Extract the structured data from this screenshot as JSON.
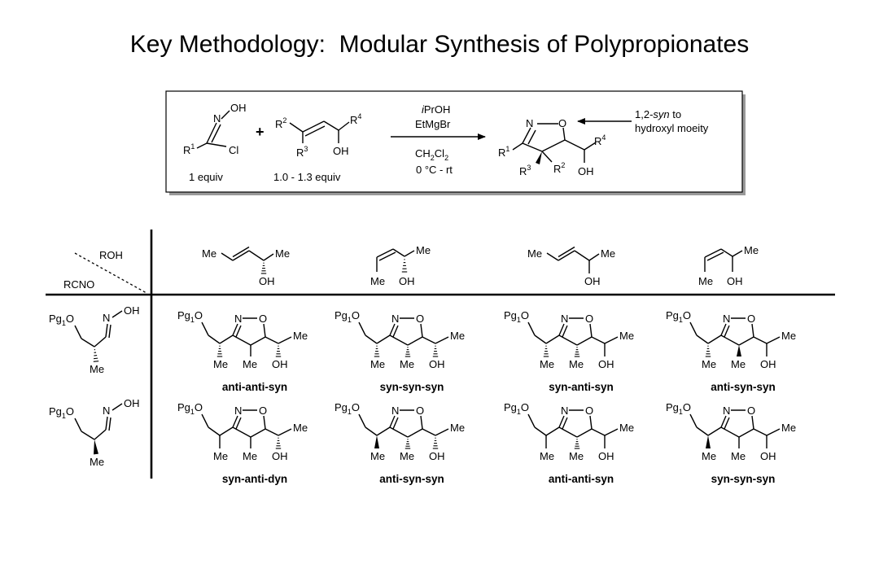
{
  "title": "Key Methodology:  Modular Synthesis of Polypropionates",
  "scheme": {
    "oxime_chloride": {
      "N": "N",
      "OH": "OH",
      "R1": "R",
      "R1_sup": "1",
      "Cl": "Cl",
      "equiv": "1 equiv"
    },
    "plus": "+",
    "allylic_alcohol": {
      "R2": "R",
      "R2_sup": "2",
      "R3": "R",
      "R3_sup": "3",
      "R4": "R",
      "R4_sup": "4",
      "OH": "OH",
      "equiv": "1.0 - 1.3 equiv"
    },
    "reagents_above": {
      "iPr_prefix": "i",
      "iPr_rest": "PrOH",
      "grignard": "EtMgBr"
    },
    "reagents_below": {
      "solvent_main": "CH",
      "solvent_sub1": "2",
      "solvent_cl": "Cl",
      "solvent_sub2": "2",
      "temp": "0 °C - rt"
    },
    "product": {
      "N": "N",
      "O": "O",
      "R1": "R",
      "R1_sup": "1",
      "R2": "R",
      "R2_sup": "2",
      "R3": "R",
      "R3_sup": "3",
      "R4": "R",
      "R4_sup": "4",
      "OH": "OH"
    },
    "note": {
      "line1_prefix": "1,2-",
      "line1_syn": "syn",
      "line1_suffix": " to",
      "line2": "hydroxyl moeity"
    }
  },
  "table": {
    "header_roh": "ROH",
    "header_rcno": "RCNO",
    "column_substrates": [
      {
        "left_me": "Me",
        "right_me": "Me",
        "oh": "OH"
      },
      {
        "left_me": "Me",
        "right_me": "Me",
        "oh": "OH"
      },
      {
        "left_me": "Me",
        "right_me": "Me",
        "oh": "OH"
      },
      {
        "left_me": "Me",
        "right_me": "Me",
        "oh": "OH"
      }
    ],
    "row_substrates": [
      {
        "pg": "Pg",
        "pg_sub": "1",
        "o": "O",
        "n": "N",
        "oh": "OH",
        "me": "Me"
      },
      {
        "pg": "Pg",
        "pg_sub": "1",
        "o": "O",
        "n": "N",
        "oh": "OH",
        "me": "Me"
      }
    ],
    "product_labels": {
      "pg": "Pg",
      "pg_sub": "1",
      "o": "O",
      "n": "N",
      "ring_o": "O",
      "me": "Me",
      "oh": "OH"
    },
    "captions": [
      [
        "anti-anti-syn",
        "syn-syn-syn",
        "syn-anti-syn",
        "anti-syn-syn"
      ],
      [
        "syn-anti-dyn",
        "anti-syn-syn",
        "anti-anti-syn",
        "syn-syn-syn"
      ]
    ]
  }
}
